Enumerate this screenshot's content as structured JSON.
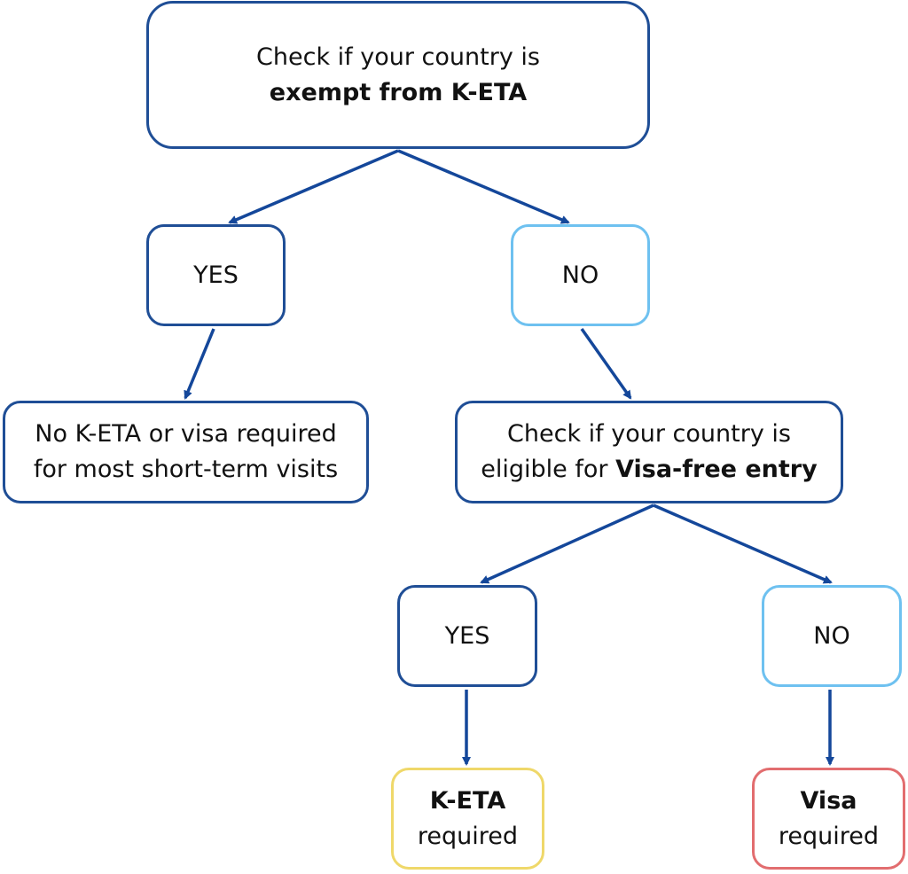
{
  "colors": {
    "dark_border": "#1f4e96",
    "light_border": "#6ec1f0",
    "yellow_border": "#efd86a",
    "red_border": "#e26d6f",
    "arrow": "#14479a"
  },
  "nodes": {
    "exempt_check": {
      "line1": "Check if your country is",
      "bold": "exempt from K-ETA"
    },
    "yes_exempt": {
      "label": "YES"
    },
    "no_exempt": {
      "label": "NO"
    },
    "no_keta_result": {
      "line1": "No K-ETA or visa required",
      "line2": "for most short-term visits"
    },
    "visafree_check": {
      "line1": "Check if your country is",
      "prefix": "eligible for ",
      "bold": "Visa-free entry"
    },
    "yes_visafree": {
      "label": "YES"
    },
    "no_visafree": {
      "label": "NO"
    },
    "keta_result": {
      "bold": "K-ETA",
      "line2": "required"
    },
    "visa_result": {
      "bold": "Visa",
      "line2": "required"
    }
  }
}
